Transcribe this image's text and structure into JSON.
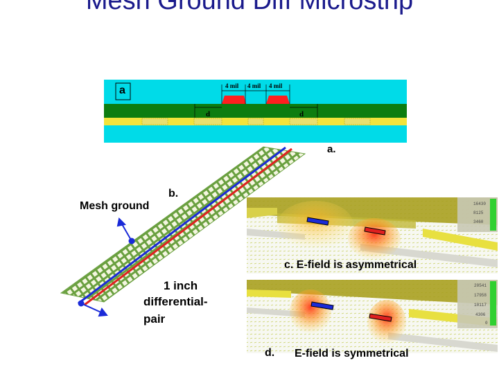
{
  "title": "Mesh Ground Diff Microstrip",
  "cross_section": {
    "panel_tag": "a",
    "caption": "a.",
    "spacing": [
      "4 mil",
      "4 mil",
      "4 mil"
    ],
    "d_label_left": "d",
    "d_label_right": "d"
  },
  "mesh_view": {
    "caption": "b.",
    "mesh_label": "Mesh ground",
    "length_label_line1": "1 inch",
    "length_label_line2": "differential-",
    "length_label_line3": "pair"
  },
  "field_asym": {
    "caption": "c.  E-field is asymmetrical",
    "scale": [
      "16430",
      "8125",
      "3460"
    ]
  },
  "field_sym": {
    "caption_tag": "d.",
    "caption": "E-field is symmetrical",
    "scale": [
      "20541",
      "17958",
      "10117",
      "4306",
      "0"
    ]
  },
  "colors": {
    "title": "#1a1a8c",
    "dielectric": "#00d8e8",
    "substrate": "#0a7a0a",
    "conductor": "#ff2020",
    "mesh": "#f0e040",
    "trace_blue": "#1a2ad8",
    "trace_red": "#e02020"
  }
}
